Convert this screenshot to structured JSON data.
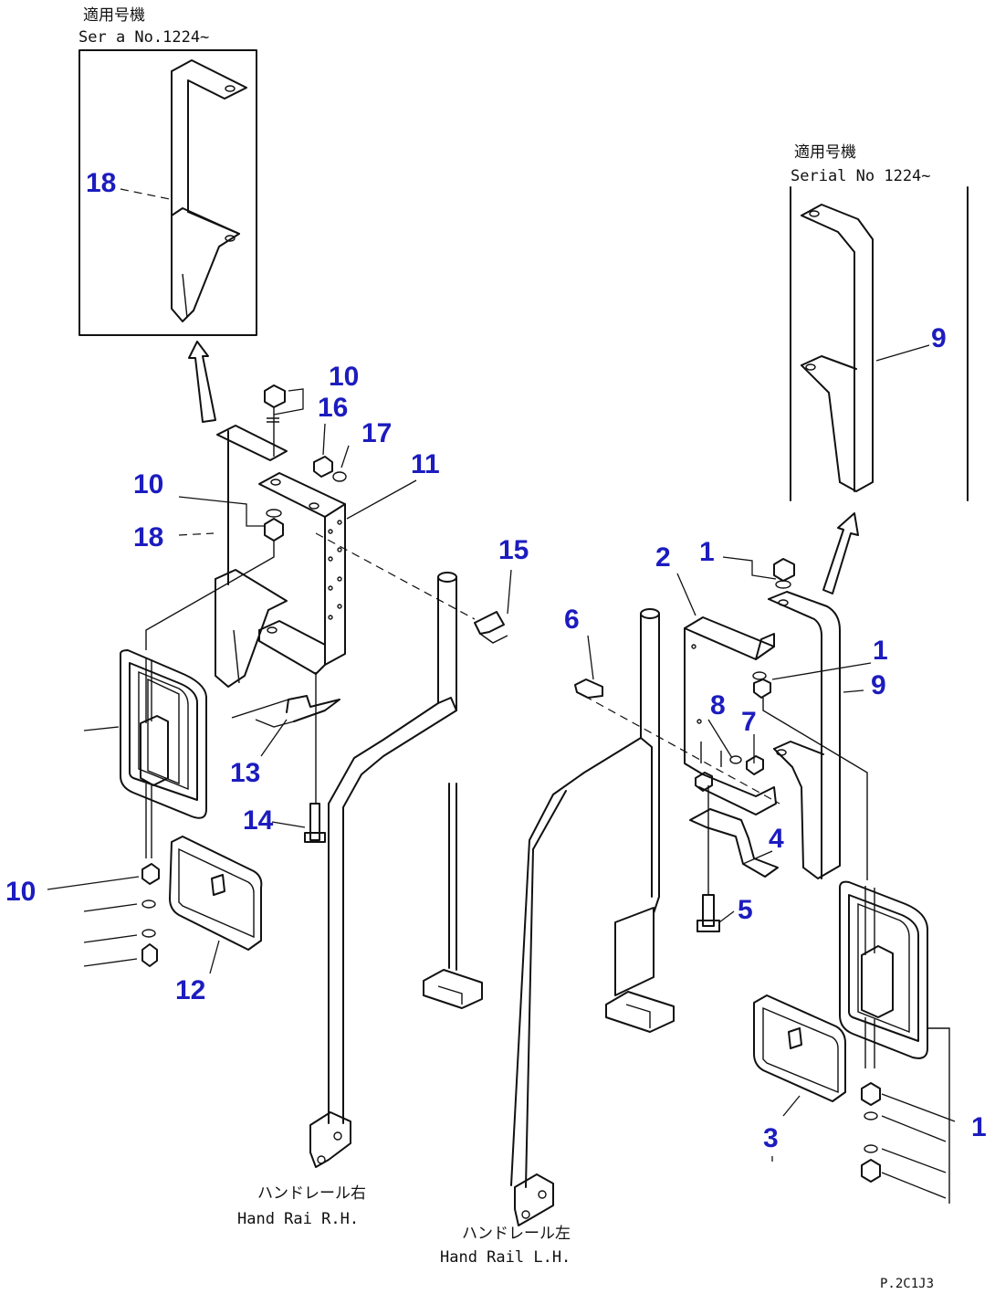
{
  "captions": {
    "serial_left_jp": "適用号機",
    "serial_left_en": "Ser a  No.1224~",
    "serial_right_jp": "適用号機",
    "serial_right_en": "Serial No 1224~",
    "handrail_rh_jp": "ハンドレール右",
    "handrail_rh_en": "Hand Rai  R.H.",
    "handrail_lh_jp": "ハンドレール左",
    "handrail_lh_en": "Hand Rail L.H.",
    "figure_code": "P.2C1J3"
  },
  "callouts": {
    "c18_inset": "18",
    "c9_inset": "9",
    "c10_top": "10",
    "c16": "16",
    "c17": "17",
    "c11": "11",
    "c10_mid": "10",
    "c18_mid": "18",
    "c15": "15",
    "c13": "13",
    "c14": "14",
    "c10_low": "10",
    "c12": "12",
    "c6": "6",
    "c2": "2",
    "c1_top": "1",
    "c1_mid": "1",
    "c9_mid": "9",
    "c8": "8",
    "c7": "7",
    "c4": "4",
    "c5": "5",
    "c3": "3",
    "c1_low": "1"
  }
}
